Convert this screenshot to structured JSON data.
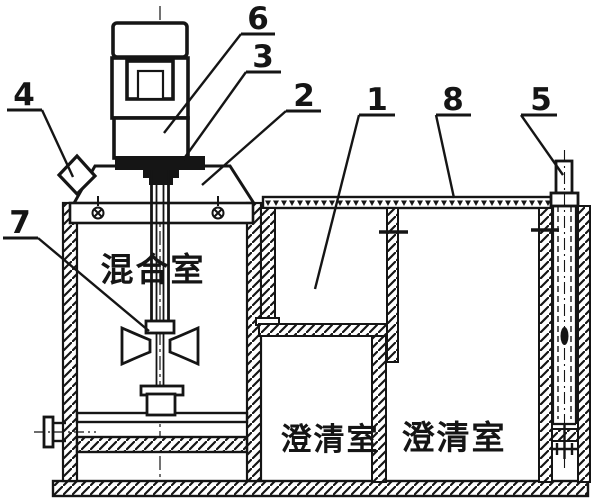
{
  "figure": {
    "labels": {
      "n1": "1",
      "n2": "2",
      "n3": "3",
      "n4": "4",
      "n5": "5",
      "n6": "6",
      "n7": "7",
      "n8": "8"
    },
    "chambers": {
      "mixing": "混合室",
      "clarifier_left": "澄清室",
      "clarifier_right": "澄清室"
    },
    "colors": {
      "ink": "#151515",
      "background": "#ffffff"
    }
  }
}
